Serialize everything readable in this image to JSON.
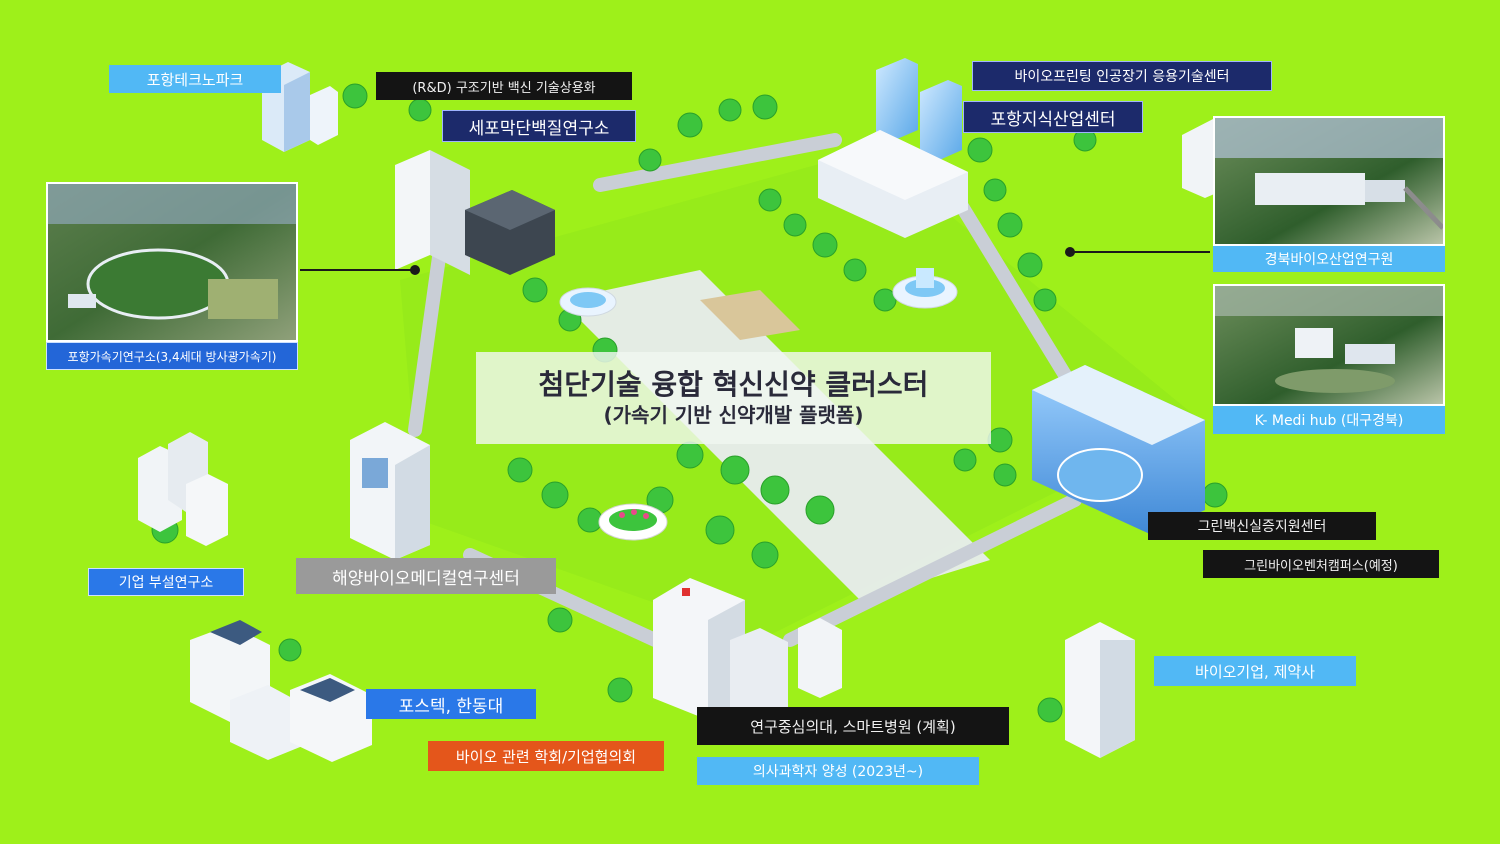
{
  "center": {
    "title": "첨단기술 융합 혁신신약 클러스터",
    "subtitle": "(가속기 기반 신약개발 플랫폼)"
  },
  "labels": {
    "pohang_technopark": "포항테크노파크",
    "rnd_vaccine": "(R&D) 구조기반 백신 기술상용화",
    "membrane_protein": "세포막단백질연구소",
    "bioprinting": "바이오프린팅 인공장기 응용기술센터",
    "knowledge_industry": "포항지식산업센터",
    "accelerator_lab": "포항가속기연구소(3,4세대 방사광가속기)",
    "gyeongbuk_bio": "경북바이오산업연구원",
    "k_medi_hub": "K- Medi hub (대구경북)",
    "green_vaccine": "그린백신실증지원센터",
    "green_bio_campus": "그린바이오벤처캠퍼스(예정)",
    "corporate_labs": "기업 부설연구소",
    "marine_bio": "해양바이오메디컬연구센터",
    "bio_companies": "바이오기업, 제약사",
    "postech_handong": "포스텍, 한동대",
    "bio_societies": "바이오 관련 학회/기업협의회",
    "research_medical": "연구중심의대, 스마트병원 (계획)",
    "physician_scientist": "의사과학자 양성 (2023년~)"
  },
  "colors": {
    "background": "#9ef01a",
    "navy_label": "#1c2a6b",
    "blue_label": "#2a78e8",
    "sky_label": "#51b8f5",
    "orange_label": "#e4561b",
    "gray_label": "#9a9a9a",
    "black_label": "#141414",
    "road": "#c9ced6",
    "tree": "#3dc43d"
  }
}
